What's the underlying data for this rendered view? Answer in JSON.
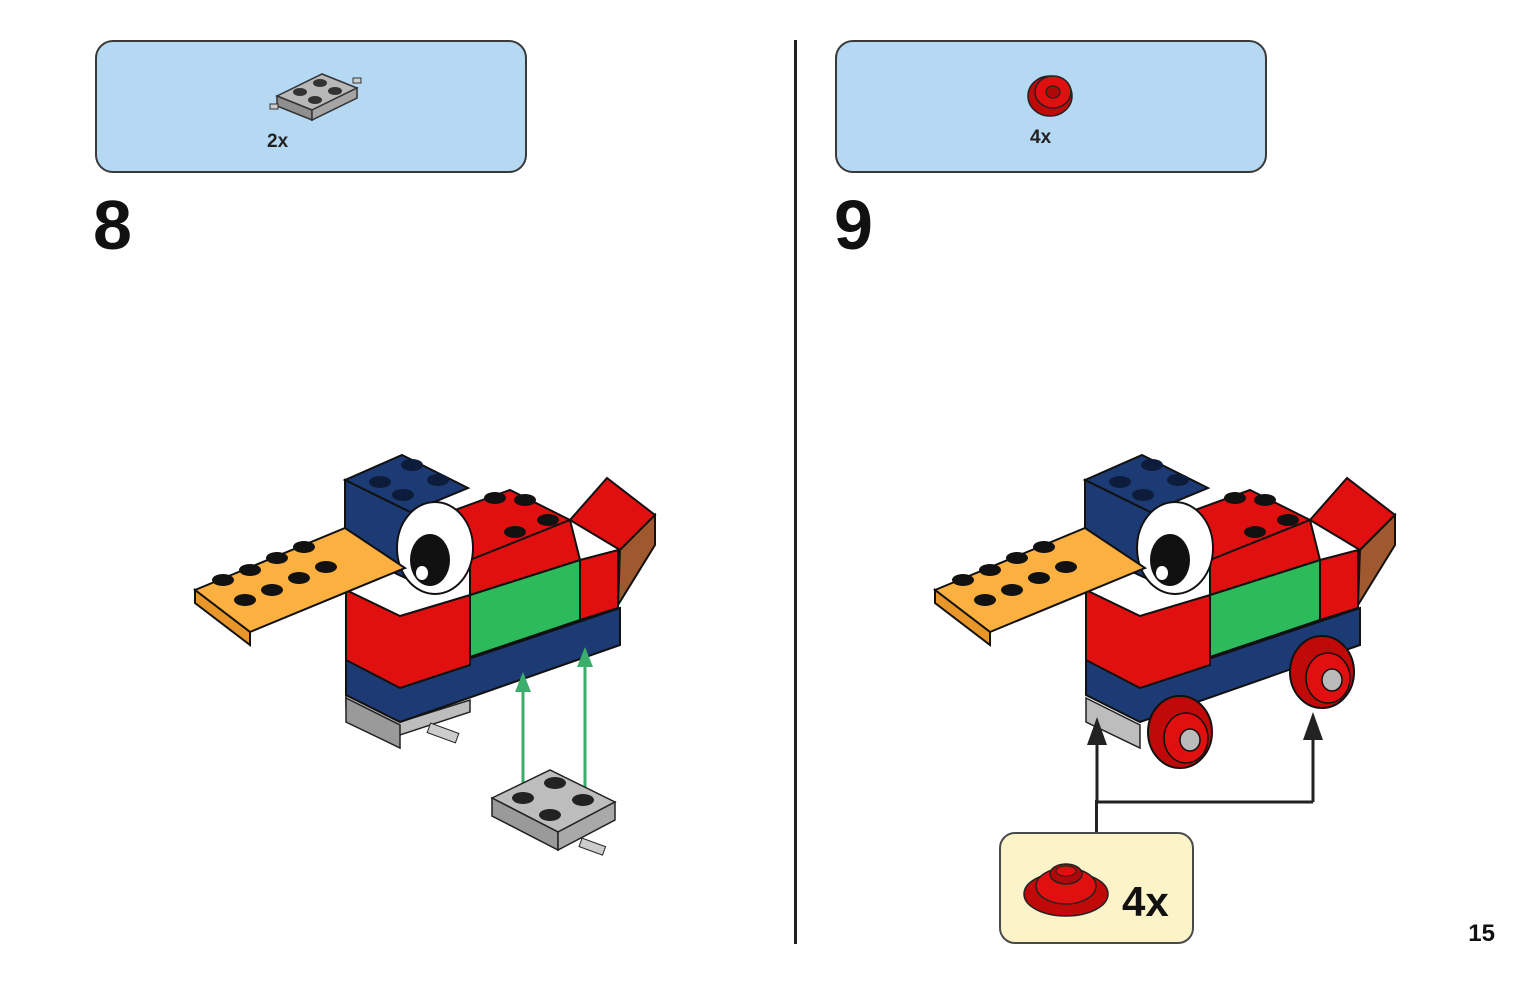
{
  "page_number": "15",
  "steps": [
    {
      "number": "8",
      "parts": [
        {
          "icon": "gray-wheel-holder-plate-icon",
          "qty": "2x"
        }
      ]
    },
    {
      "number": "9",
      "parts": [
        {
          "icon": "red-wheel-icon",
          "qty": "4x"
        }
      ],
      "sub_callout": {
        "icon": "red-wheel-icon",
        "qty": "4x"
      }
    }
  ],
  "colors": {
    "callout_bg": "#b5d8f3",
    "sub_callout_bg": "#fdf3c8",
    "brick_red": "#e01010",
    "brick_blue": "#1c3a73",
    "brick_green": "#2dba5a",
    "plate_orange": "#fbb040",
    "brown": "#a0592f",
    "gray": "#a0a0a0",
    "arrow_green": "#3aae6a"
  }
}
